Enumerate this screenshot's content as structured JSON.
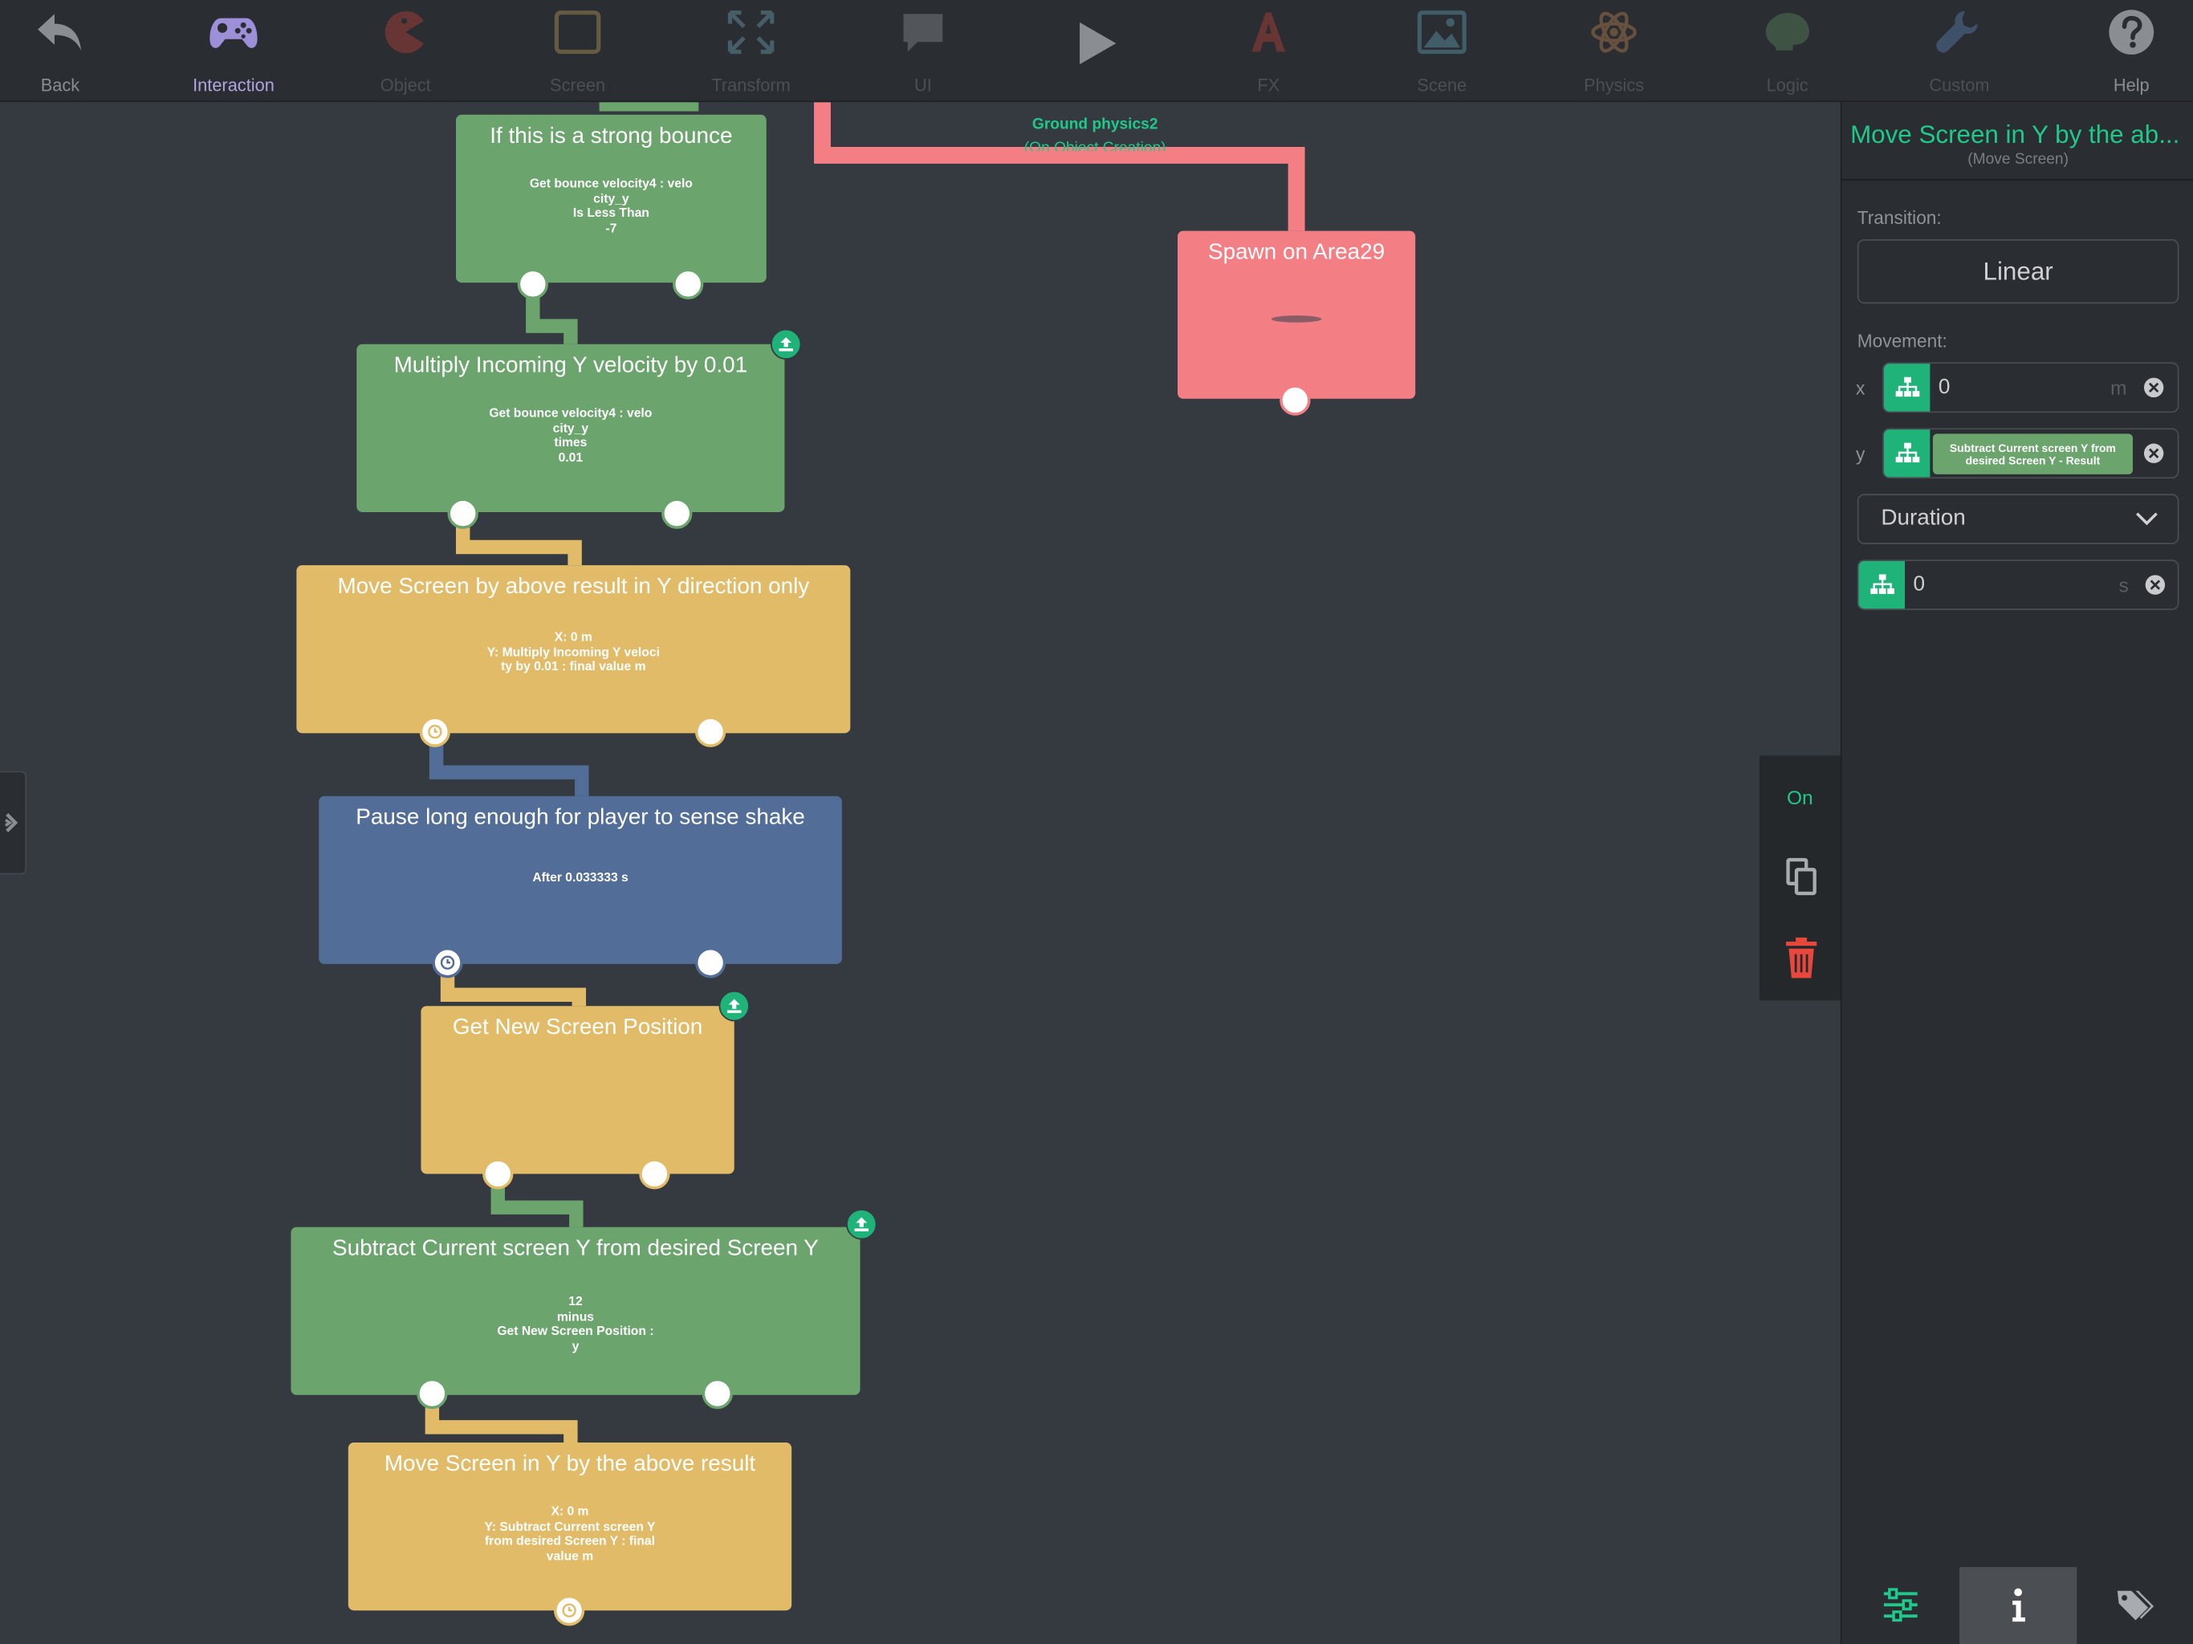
{
  "toolbar": {
    "items": [
      {
        "label": "Back",
        "icon": "back-arrow-icon",
        "state": "normal"
      },
      {
        "label": "Interaction",
        "icon": "gamepad-icon",
        "state": "active"
      },
      {
        "label": "Object",
        "icon": "pacman-icon",
        "state": "dim"
      },
      {
        "label": "Screen",
        "icon": "screen-frame-icon",
        "state": "dim"
      },
      {
        "label": "Transform",
        "icon": "transform-arrows-icon",
        "state": "dim"
      },
      {
        "label": "UI",
        "icon": "speech-bubble-icon",
        "state": "dim"
      },
      {
        "label": "",
        "icon": "play-icon",
        "state": "normal"
      },
      {
        "label": "FX",
        "icon": "fx-icon",
        "state": "dim"
      },
      {
        "label": "Scene",
        "icon": "picture-icon",
        "state": "dim"
      },
      {
        "label": "Physics",
        "icon": "atom-icon",
        "state": "dim"
      },
      {
        "label": "Logic",
        "icon": "brain-icon",
        "state": "dim"
      },
      {
        "label": "Custom",
        "icon": "wrench-icon",
        "state": "dim"
      },
      {
        "label": "Help",
        "icon": "help-circle-icon",
        "state": "normal"
      }
    ]
  },
  "canvas": {
    "ground_label": "Ground physics2",
    "ground_sublabel": "(On Object Creation)",
    "nodes": [
      {
        "id": "strong-bounce",
        "title": "If this is a strong bounce",
        "body": [
          "Get bounce velocity4 : velo",
          "city_y",
          "Is Less Than",
          "-7"
        ]
      },
      {
        "id": "multiply",
        "title": "Multiply Incoming Y velocity by 0.01",
        "body": [
          "Get bounce velocity4 : velo",
          "city_y",
          "times",
          "0.01"
        ]
      },
      {
        "id": "move-screen-y",
        "title": "Move Screen by above result in Y direction only",
        "body": [
          "X: 0 m",
          "Y: Multiply Incoming Y veloci",
          "ty by 0.01 : final value m"
        ]
      },
      {
        "id": "pause",
        "title": "Pause long enough for player to sense shake",
        "body": [
          "After 0.033333 s"
        ]
      },
      {
        "id": "get-new-pos",
        "title": "Get New Screen Position",
        "body": []
      },
      {
        "id": "subtract",
        "title": "Subtract Current screen Y from desired Screen Y",
        "body": [
          "12",
          "minus",
          "Get New Screen Position :",
          "y"
        ]
      },
      {
        "id": "move-screen-final",
        "title": "Move Screen in Y by the above result",
        "body": [
          "X: 0 m",
          "Y: Subtract Current screen Y",
          "from desired Screen Y : final",
          "value m"
        ]
      },
      {
        "id": "spawn",
        "title": "Spawn on Area29",
        "body": []
      }
    ]
  },
  "context_panel": {
    "on_label": "On",
    "copy_icon": "copy-icon",
    "delete_icon": "trash-icon"
  },
  "inspector": {
    "title": "Move Screen in Y by the ab...",
    "subtitle": "(Move Screen)",
    "transition_label": "Transition:",
    "transition_value": "Linear",
    "movement_label": "Movement:",
    "x_axis": "x",
    "x_value": "0",
    "x_unit": "m",
    "y_axis": "y",
    "y_chip": "Subtract Current screen Y from desired Screen Y - Result",
    "duration_label": "Duration",
    "duration_value": "0",
    "duration_unit": "s",
    "tabs": [
      {
        "icon": "sliders-icon",
        "active": false
      },
      {
        "icon": "info-icon",
        "active": true
      },
      {
        "icon": "tags-icon",
        "active": false
      }
    ]
  },
  "colors": {
    "logic_node": "#6ba46c",
    "move_node": "#e2bb68",
    "timer_node": "#526e98",
    "spawn_node": "#f37f84",
    "accent": "#1fc98a",
    "delete": "#e8483c"
  }
}
